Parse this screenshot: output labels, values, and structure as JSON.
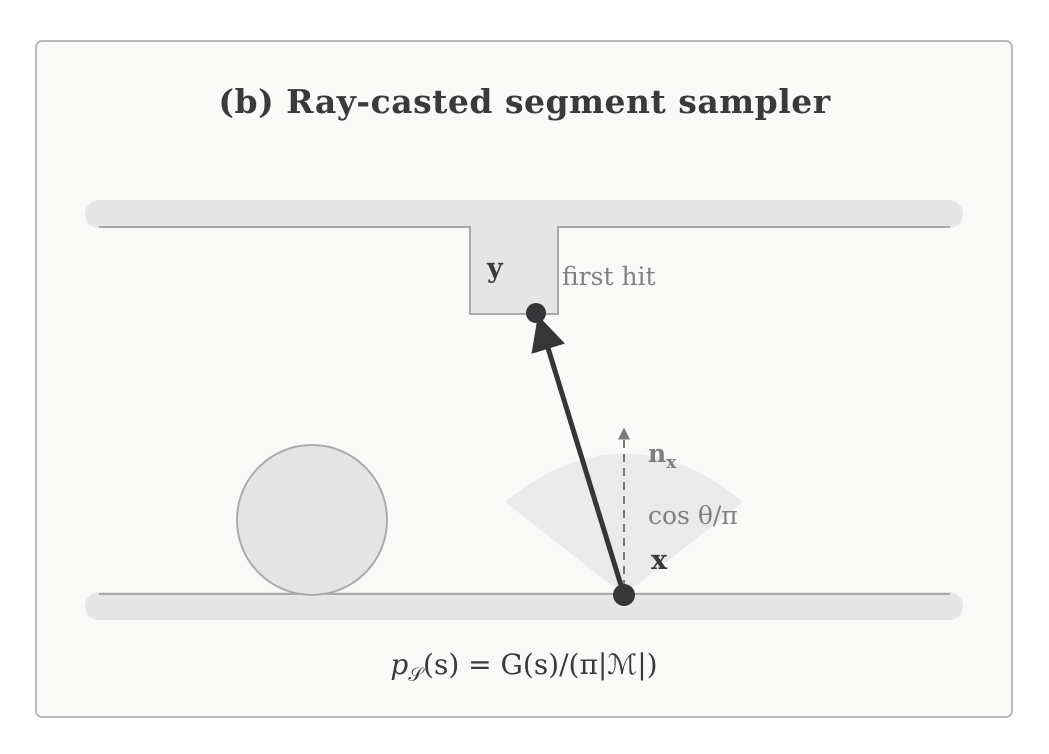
{
  "title": "(b) Ray-casted segment sampler",
  "labels": {
    "y_point": "y",
    "first_hit": "first hit",
    "normal": "n",
    "normal_sub": "x",
    "cos_lobe": "cos θ/π",
    "x_point": "x"
  },
  "formula": {
    "p": "p",
    "p_sub": "𝒮",
    "rest": "(s) = G(s)/(π|ℳ|)"
  },
  "colors": {
    "frame_border": "#b9b9b9",
    "surface_fill": "#e5e5e5",
    "surface_line": "#a9a9a9",
    "ray": "#343638",
    "text_dark": "#3a3a3a",
    "text_gray": "#808080"
  }
}
